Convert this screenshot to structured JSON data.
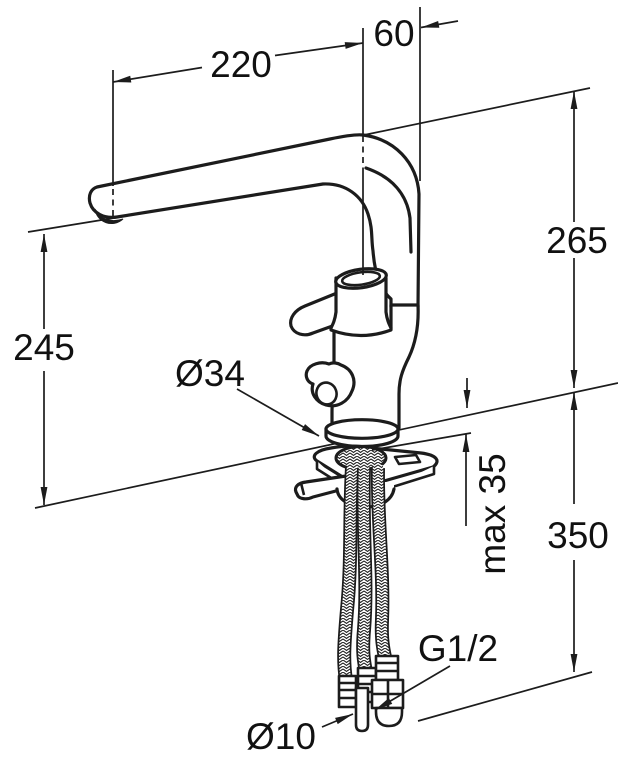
{
  "drawing": {
    "kind": "faucet-installation-dimension-drawing",
    "dims": {
      "spout_reach": "220",
      "spout_offset": "60",
      "height_above_deck": "265",
      "outlet_height": "245",
      "base_diameter": "Ø34",
      "max_counter_thickness": "max 35",
      "below_counter_length": "350",
      "connection_thread": "G1/2",
      "pipe_diameter": "Ø10"
    },
    "colors": {
      "line": "#1c1c1c",
      "background": "#ffffff"
    }
  }
}
